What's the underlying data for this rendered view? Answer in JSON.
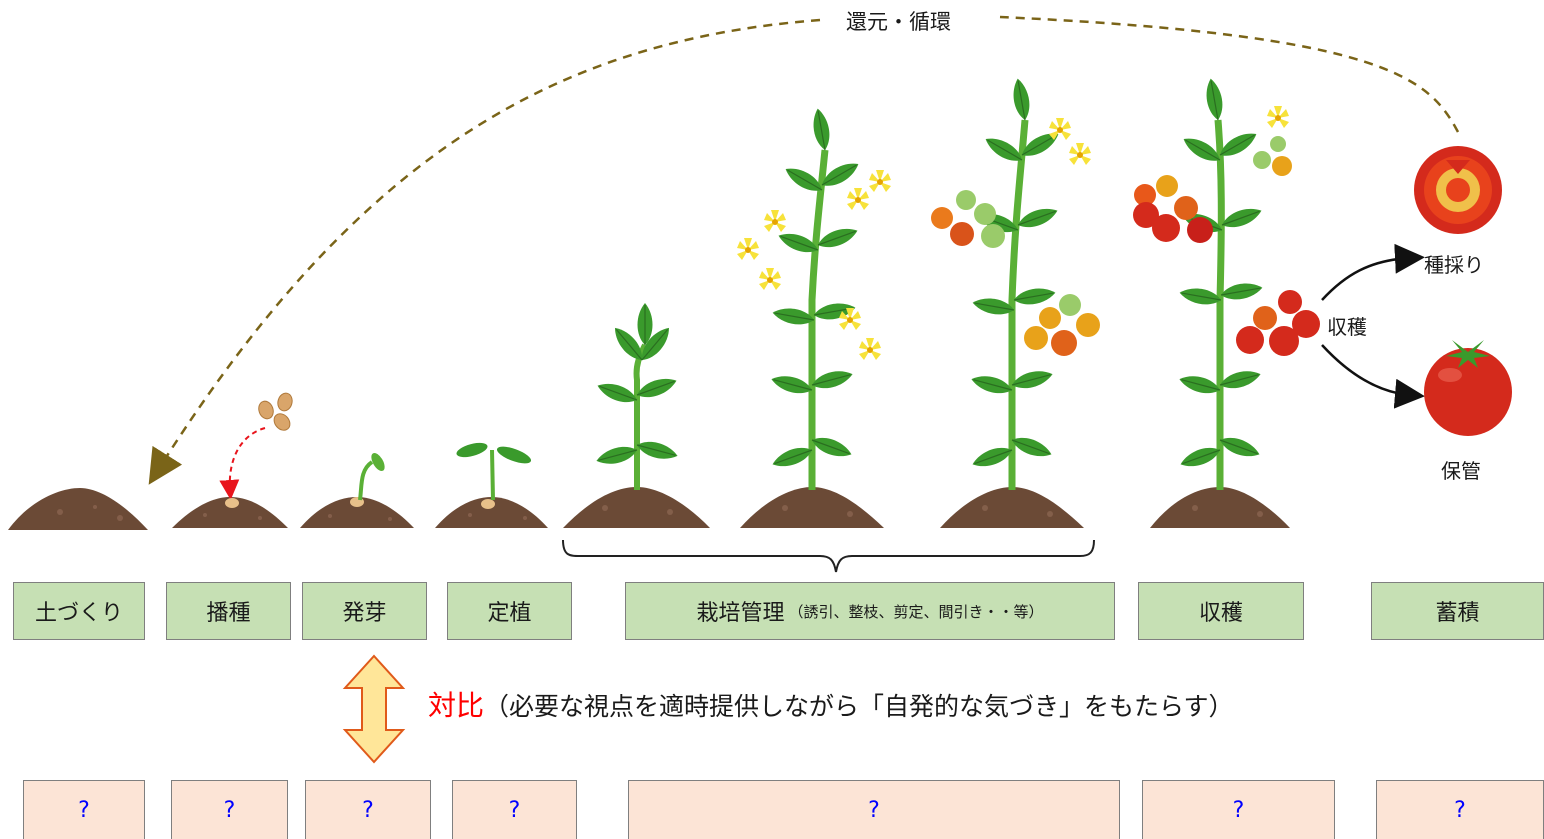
{
  "loop_label": "還元・循環",
  "stages": [
    {
      "label": "土づくり"
    },
    {
      "label": "播種"
    },
    {
      "label": "発芽"
    },
    {
      "label": "定植"
    },
    {
      "label": "栽培管理",
      "note": "（誘引、整枝、剪定、間引き・・等）"
    },
    {
      "label": "収穫"
    },
    {
      "label": "蓄積"
    }
  ],
  "harvest_label": "収穫",
  "seed_label": "種採り",
  "storage_label": "保管",
  "contrast": {
    "keyword": "対比",
    "text": "（必要な視点を適時提供しながら「自発的な気づき」をもたらす）"
  },
  "questions": [
    "?",
    "?",
    "?",
    "?",
    "?",
    "?",
    "?"
  ],
  "colors": {
    "stage_fill": "#c6e0b4",
    "question_fill": "#fce4d6",
    "question_text": "#0000ff",
    "contrast_keyword": "#ff0000",
    "loop_arrow": "#7a6418",
    "soil": "#6b4a36",
    "leaf": "#3a9a2c",
    "flower": "#f7e23a",
    "tomato_red": "#d42a1c",
    "tomato_orange": "#ea7a1c",
    "tomato_green": "#9acb6a",
    "double_arrow_fill": "#ffe699",
    "double_arrow_stroke": "#e05a1a"
  }
}
